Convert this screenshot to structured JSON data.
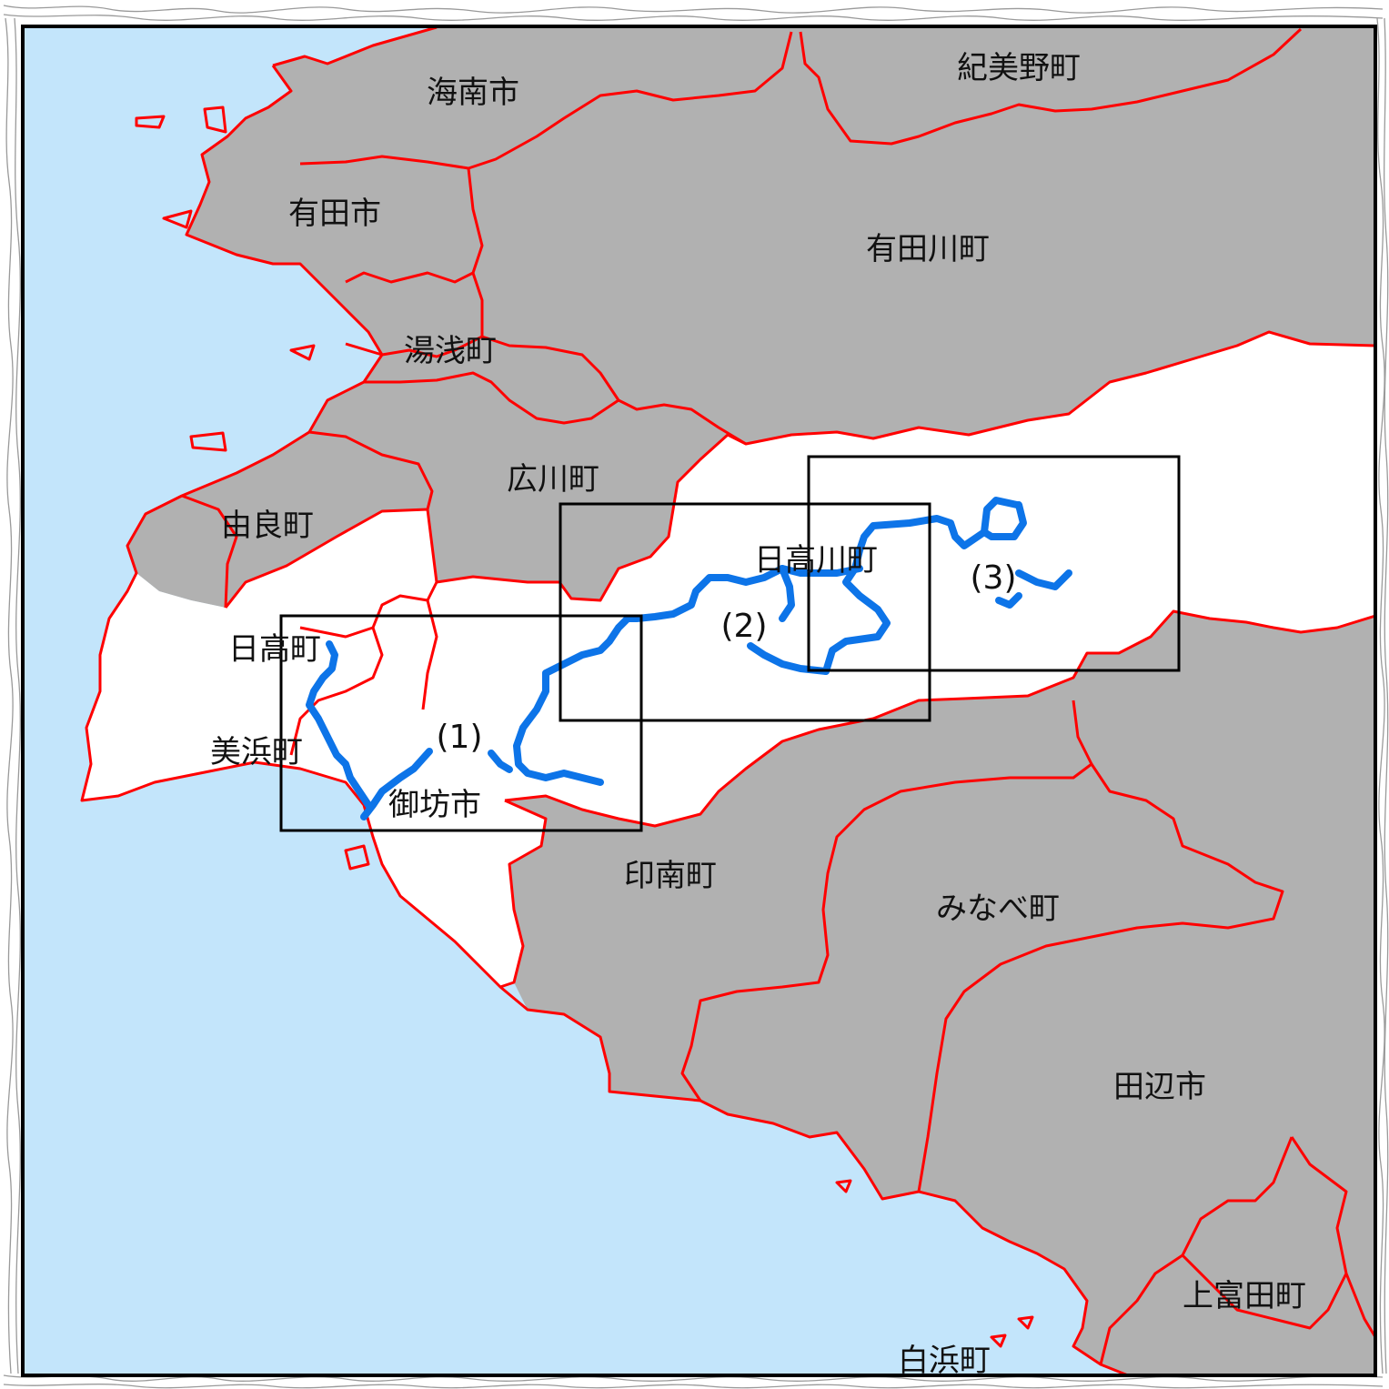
{
  "colors": {
    "sea": "#c3e5fb",
    "land_other": "#b1b1b1",
    "land_focus": "#ffffff",
    "boundary": "#ff0000",
    "river": "#0d74e8",
    "frame": "#000000"
  },
  "municipalities": [
    {
      "id": "kainan",
      "name": "海南市"
    },
    {
      "id": "kimino",
      "name": "紀美野町"
    },
    {
      "id": "arida-city",
      "name": "有田市"
    },
    {
      "id": "aridagawa",
      "name": "有田川町"
    },
    {
      "id": "yuasa",
      "name": "湯浅町"
    },
    {
      "id": "hirogawa",
      "name": "広川町"
    },
    {
      "id": "yura",
      "name": "由良町"
    },
    {
      "id": "hidaka-town",
      "name": "日高町"
    },
    {
      "id": "mihama",
      "name": "美浜町"
    },
    {
      "id": "gobo",
      "name": "御坊市"
    },
    {
      "id": "inami",
      "name": "印南町"
    },
    {
      "id": "hidakagawa",
      "name": "日高川町"
    },
    {
      "id": "minabe",
      "name": "みなべ町"
    },
    {
      "id": "tanabe",
      "name": "田辺市"
    },
    {
      "id": "kamitonda",
      "name": "上富田町"
    },
    {
      "id": "shirahama",
      "name": "白浜町"
    }
  ],
  "survey_areas": [
    {
      "id": "area-1",
      "label": "(1)"
    },
    {
      "id": "area-2",
      "label": "(2)"
    },
    {
      "id": "area-3",
      "label": "(3)"
    }
  ]
}
